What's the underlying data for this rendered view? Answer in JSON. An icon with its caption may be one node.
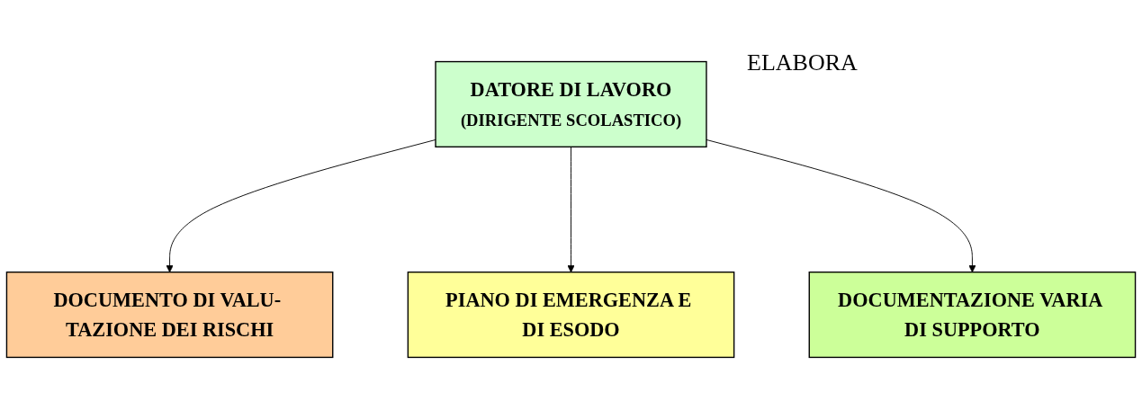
{
  "diagram": {
    "nodes": [
      {
        "text": [
          "DATORE DI LAVORO",
          "(DIRIGENTE SCOLASTICO)"
        ]
      },
      {
        "text": [
          "DOCUMENTO DI VALU- TAZIONE DEI RISCHI"
        ]
      },
      {
        "text": [
          "PIANO DI EMERGENZA E DI ESODO"
        ]
      },
      {
        "text": [
          "DOCUMENTAZIONE VARIA DI SUPPORTO"
        ]
      }
    ],
    "edges": [
      {
        "from": 0,
        "to": 1,
        "arrow": "to"
      },
      {
        "from": 0,
        "to": 2,
        "arrow": "to"
      },
      {
        "from": 0,
        "to": 3,
        "arrow": "to"
      }
    ],
    "labels": [
      "ELABORA"
    ]
  }
}
